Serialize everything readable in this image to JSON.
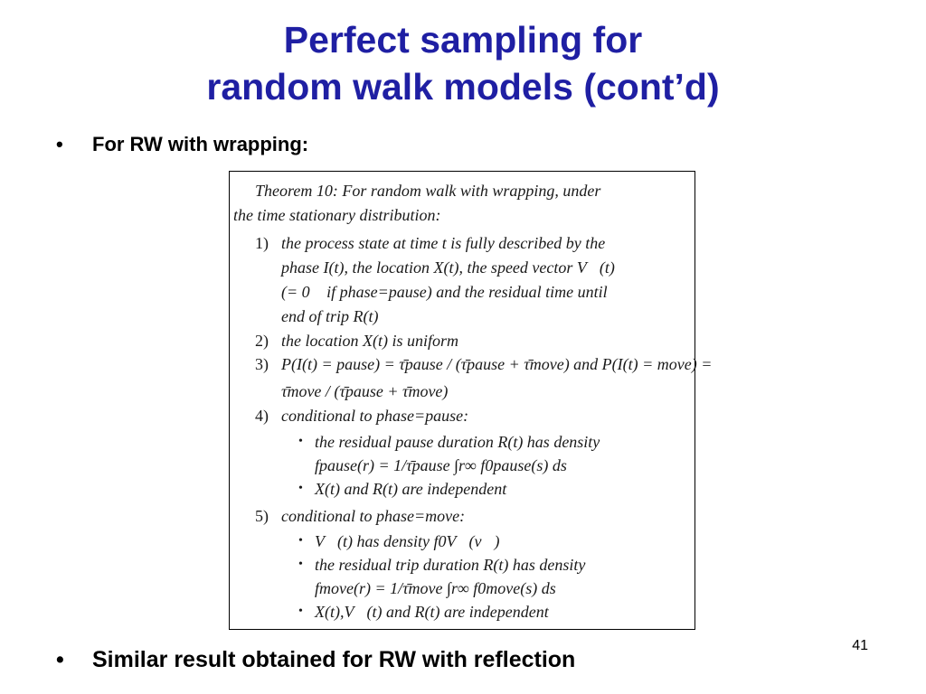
{
  "slide": {
    "title_line1": "Perfect sampling for",
    "title_line2": "random walk models (cont’d)",
    "bullet1": "For RW with wrapping:",
    "bullet2": "Similar result obtained for RW with reflection",
    "bullet_symbol": "•",
    "page_number": "41"
  },
  "theorem": {
    "header_line1": "Theorem 10:  For random walk with wrapping, under",
    "header_line2": "the time stationary distribution:",
    "items": [
      {
        "num": "1)",
        "lines": [
          "the process state at time t is fully described by the",
          "phase I(t), the location X(t), the speed vector V⃗(t)",
          "(= 0⃗ if phase=pause) and the residual time until",
          "end of trip R(t)"
        ]
      },
      {
        "num": "2)",
        "lines": [
          "the location X(t) is uniform"
        ]
      },
      {
        "num": "3)",
        "lines": [
          "P(I(t) = pause) = τ̄pause / (τ̄pause + τ̄move) and P(I(t) = move) =",
          "τ̄move / (τ̄pause + τ̄move)"
        ]
      },
      {
        "num": "4)",
        "lines": [
          "conditional to phase=pause:"
        ],
        "subitems": [
          [
            "the residual pause duration R(t) has density",
            "fpause(r) = 1/τ̄pause ∫r∞ f0pause(s) ds"
          ],
          [
            "X(t) and R(t) are independent"
          ]
        ]
      },
      {
        "num": "5)",
        "lines": [
          "conditional to phase=move:"
        ],
        "subitems": [
          [
            "V⃗(t) has density f0V⃗(v⃗)"
          ],
          [
            "the residual trip duration R(t) has density",
            "fmove(r) = 1/τ̄move ∫r∞ f0move(s) ds"
          ],
          [
            "X(t),V⃗(t) and R(t) are independent"
          ]
        ]
      }
    ]
  }
}
